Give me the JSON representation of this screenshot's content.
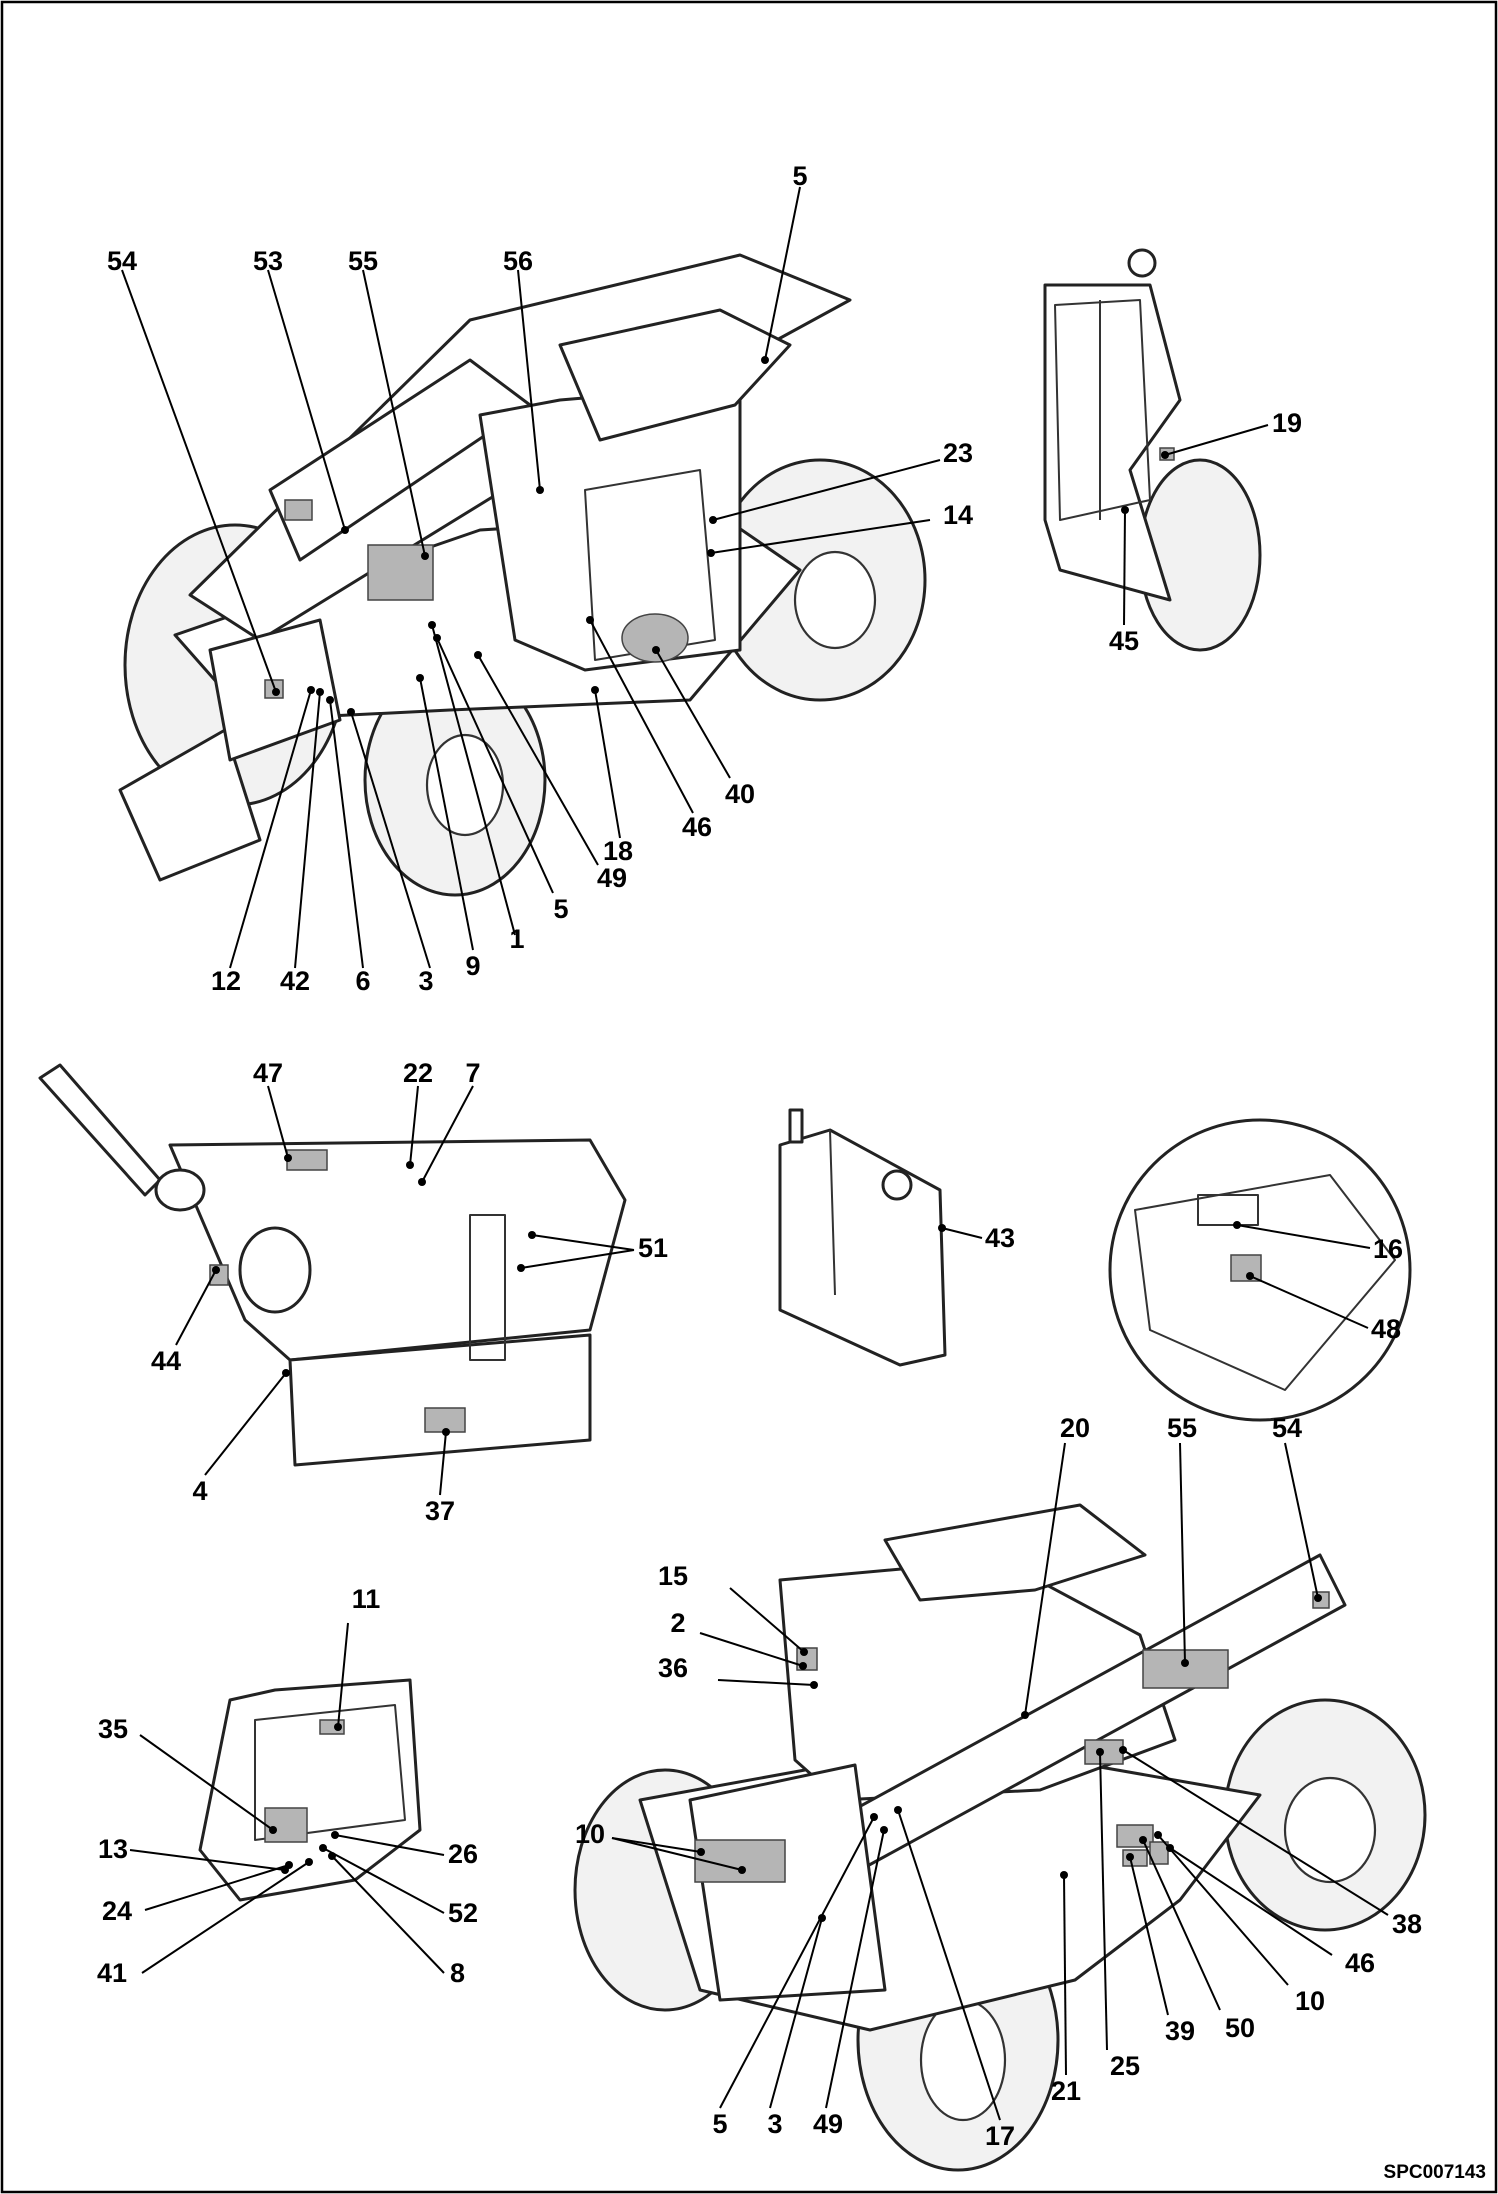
{
  "figure": {
    "reference_code": "SPC007143"
  },
  "callouts": [
    {
      "label": "54"
    },
    {
      "label": "53"
    },
    {
      "label": "55"
    },
    {
      "label": "56"
    },
    {
      "label": "5"
    },
    {
      "label": "23"
    },
    {
      "label": "14"
    },
    {
      "label": "40"
    },
    {
      "label": "46"
    },
    {
      "label": "18"
    },
    {
      "label": "49"
    },
    {
      "label": "5"
    },
    {
      "label": "1"
    },
    {
      "label": "9"
    },
    {
      "label": "3"
    },
    {
      "label": "6"
    },
    {
      "label": "42"
    },
    {
      "label": "12"
    },
    {
      "label": "19"
    },
    {
      "label": "45"
    },
    {
      "label": "47"
    },
    {
      "label": "22"
    },
    {
      "label": "7"
    },
    {
      "label": "51"
    },
    {
      "label": "44"
    },
    {
      "label": "4"
    },
    {
      "label": "37"
    },
    {
      "label": "43"
    },
    {
      "label": "16"
    },
    {
      "label": "48"
    },
    {
      "label": "11"
    },
    {
      "label": "35"
    },
    {
      "label": "13"
    },
    {
      "label": "26"
    },
    {
      "label": "24"
    },
    {
      "label": "52"
    },
    {
      "label": "41"
    },
    {
      "label": "8"
    },
    {
      "label": "20"
    },
    {
      "label": "55"
    },
    {
      "label": "54"
    },
    {
      "label": "15"
    },
    {
      "label": "2"
    },
    {
      "label": "36"
    },
    {
      "label": "10"
    },
    {
      "label": "38"
    },
    {
      "label": "46"
    },
    {
      "label": "10"
    },
    {
      "label": "50"
    },
    {
      "label": "39"
    },
    {
      "label": "25"
    },
    {
      "label": "21"
    },
    {
      "label": "17"
    },
    {
      "label": "49"
    },
    {
      "label": "3"
    },
    {
      "label": "5"
    }
  ]
}
